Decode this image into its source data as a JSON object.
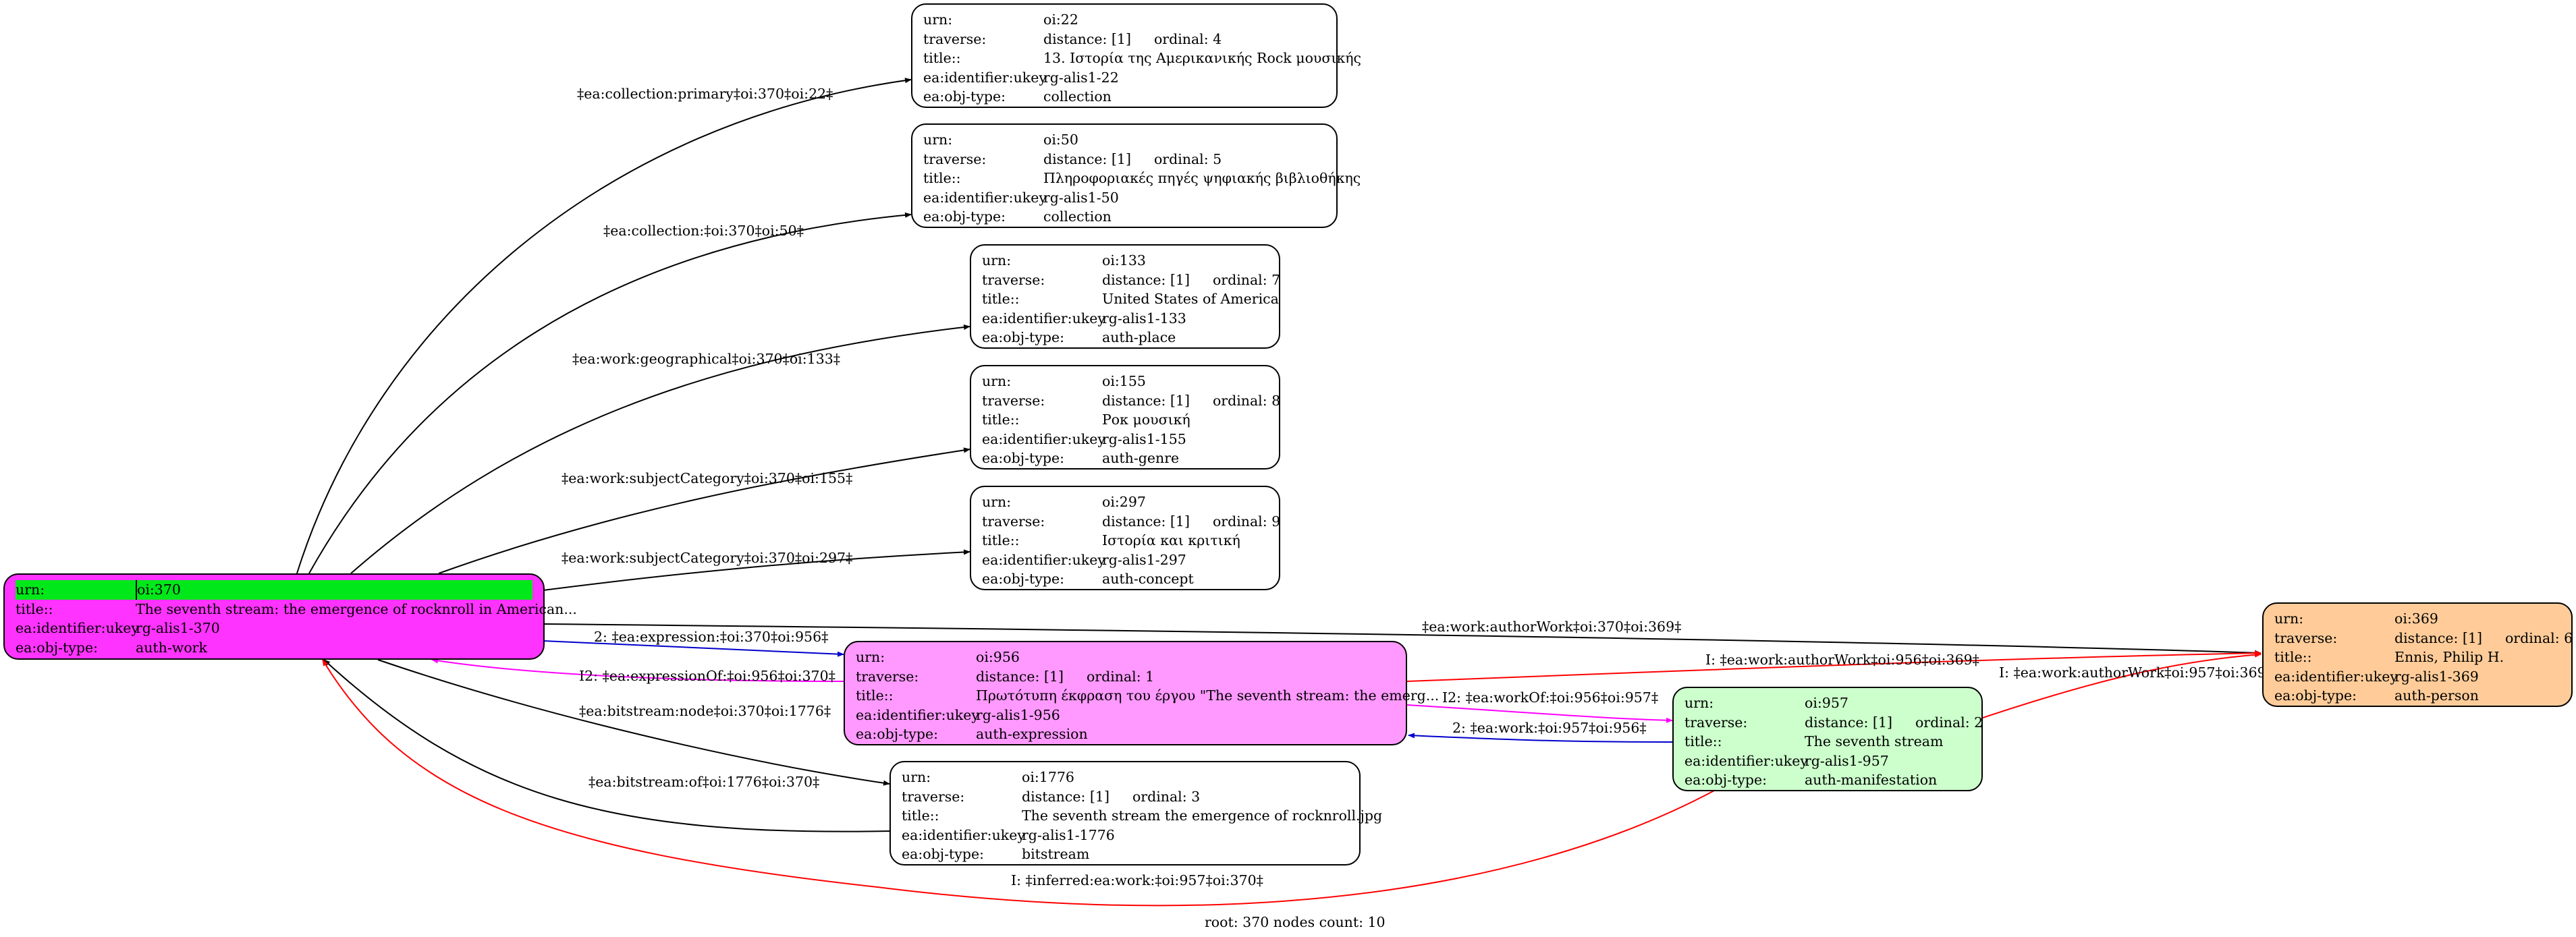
{
  "colors": {
    "root_fill": "#ff33ff",
    "root_highlight": "#00e81a",
    "expression_fill": "#ff99ff",
    "manifestation_fill": "#ccffcc",
    "person_fill": "#ffcc99",
    "default_fill": "#ffffff",
    "edge_black": "#000000",
    "edge_blue": "#0000cc",
    "edge_magenta": "#ff00ff",
    "edge_red": "#ff0000"
  },
  "field_labels": {
    "urn": "urn:",
    "traverse": "traverse:",
    "title": "title::",
    "ukey": "ea:identifier:ukey",
    "type": "ea:obj-type:"
  },
  "nodes": {
    "n370": {
      "urn": "oi:370",
      "title": "The seventh stream: the emergence of rocknroll in American...",
      "ukey": "rg-alis1-370",
      "type": "auth-work"
    },
    "n22": {
      "urn": "oi:22",
      "distance": "distance: [1]",
      "ordinal": "ordinal: 4",
      "title": "13. Ιστορία της Αμερικανικής Rock μουσικής",
      "ukey": "rg-alis1-22",
      "type": "collection"
    },
    "n50": {
      "urn": "oi:50",
      "distance": "distance: [1]",
      "ordinal": "ordinal: 5",
      "title": "Πληροφοριακές πηγές ψηφιακής βιβλιοθήκης",
      "ukey": "rg-alis1-50",
      "type": "collection"
    },
    "n133": {
      "urn": "oi:133",
      "distance": "distance: [1]",
      "ordinal": "ordinal: 7",
      "title": "United States of America",
      "ukey": "rg-alis1-133",
      "type": "auth-place"
    },
    "n155": {
      "urn": "oi:155",
      "distance": "distance: [1]",
      "ordinal": "ordinal: 8",
      "title": "Ροκ μουσική",
      "ukey": "rg-alis1-155",
      "type": "auth-genre"
    },
    "n297": {
      "urn": "oi:297",
      "distance": "distance: [1]",
      "ordinal": "ordinal: 9",
      "title": "Ιστορία και κριτική",
      "ukey": "rg-alis1-297",
      "type": "auth-concept"
    },
    "n956": {
      "urn": "oi:956",
      "distance": "distance: [1]",
      "ordinal": "ordinal: 1",
      "title": "Πρωτότυπη έκφραση του έργου \"The seventh stream: the emerg...",
      "ukey": "rg-alis1-956",
      "type": "auth-expression"
    },
    "n1776": {
      "urn": "oi:1776",
      "distance": "distance: [1]",
      "ordinal": "ordinal: 3",
      "title": "The seventh stream the emergence of rocknroll.jpg",
      "ukey": "rg-alis1-1776",
      "type": "bitstream"
    },
    "n957": {
      "urn": "oi:957",
      "distance": "distance: [1]",
      "ordinal": "ordinal: 2",
      "title": "The seventh stream",
      "ukey": "rg-alis1-957",
      "type": "auth-manifestation"
    },
    "n369": {
      "urn": "oi:369",
      "distance": "distance: [1]",
      "ordinal": "ordinal: 6",
      "title": "Ennis, Philip H.",
      "ukey": "rg-alis1-369",
      "type": "auth-person"
    }
  },
  "edges": {
    "e_primary": "‡ea:collection:primary‡oi:370‡oi:22‡",
    "e_collection": "‡ea:collection:‡oi:370‡oi:50‡",
    "e_geo": "‡ea:work:geographical‡oi:370‡oi:133‡",
    "e_subj155": "‡ea:work:subjectCategory‡oi:370‡oi:155‡",
    "e_subj297": "‡ea:work:subjectCategory‡oi:370‡oi:297‡",
    "e_author": "‡ea:work:authorWork‡oi:370‡oi:369‡",
    "e_expr": "2: ‡ea:expression:‡oi:370‡oi:956‡",
    "e_exprof": "I2: ‡ea:expressionOf:‡oi:956‡oi:370‡",
    "e_author956": "I: ‡ea:work:authorWork‡oi:956‡oi:369‡",
    "e_workof": "I2: ‡ea:workOf:‡oi:956‡oi:957‡",
    "e_author957": "I: ‡ea:work:authorWork‡oi:957‡oi:369‡",
    "e_work957": "2: ‡ea:work:‡oi:957‡oi:956‡",
    "e_bsnode": "‡ea:bitstream:node‡oi:370‡oi:1776‡",
    "e_bsof": "‡ea:bitstream:of‡oi:1776‡oi:370‡",
    "e_inferred": "I: ‡inferred:ea:work:‡oi:957‡oi:370‡"
  },
  "footer": "root: 370 nodes count: 10"
}
